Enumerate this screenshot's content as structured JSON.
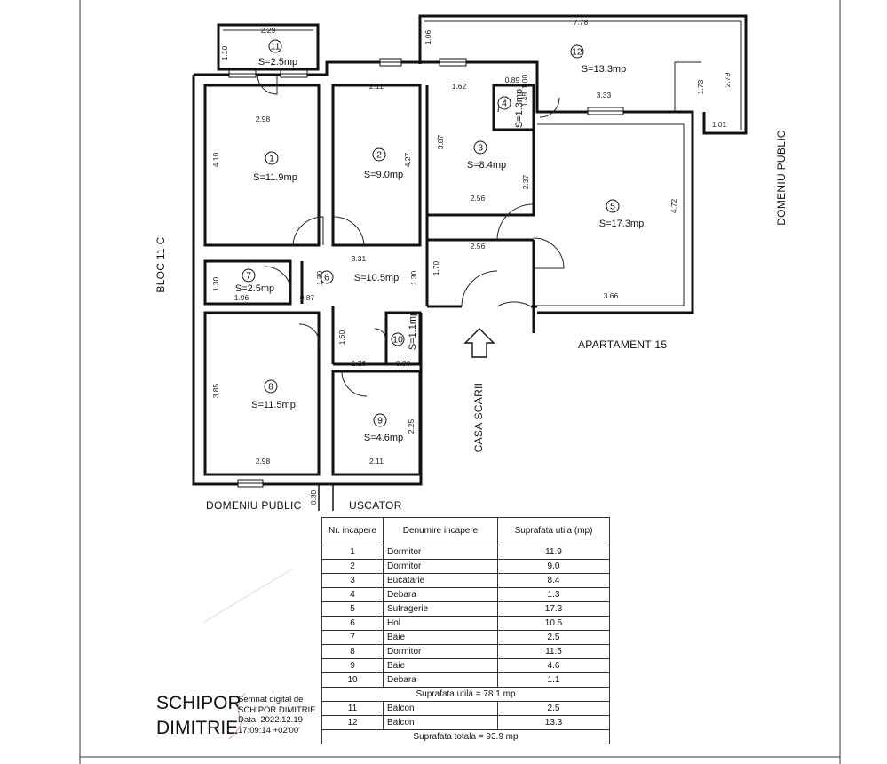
{
  "plan": {
    "rooms": [
      {
        "num": "1",
        "area": "S=11.9mp"
      },
      {
        "num": "2",
        "area": "S=9.0mp"
      },
      {
        "num": "3",
        "area": "S=8.4mp"
      },
      {
        "num": "4",
        "area": "S=1.3mp"
      },
      {
        "num": "5",
        "area": "S=17.3mp"
      },
      {
        "num": "6",
        "area": "S=10.5mp"
      },
      {
        "num": "7",
        "area": "S=2.5mp"
      },
      {
        "num": "8",
        "area": "S=11.5mp"
      },
      {
        "num": "9",
        "area": "S=4.6mp"
      },
      {
        "num": "10",
        "area": "S=1.1mp"
      },
      {
        "num": "11",
        "area": "S=2.5mp"
      },
      {
        "num": "12",
        "area": "S=13.3mp"
      }
    ],
    "dims": [
      "2.29",
      "1.10",
      "2.98",
      "4.10",
      "2.11",
      "4.27",
      "1.62",
      "0.89",
      "1.00",
      "1.45",
      "3.87",
      "2.37",
      "2.56",
      "7.78",
      "1.06",
      "3.33",
      "1.73",
      "2.79",
      "1.01",
      "4.72",
      "3.66",
      "3.31",
      "2.56",
      "1.70",
      "1.30",
      "1.30",
      "1.30",
      "1.96",
      "0.87",
      "1.60",
      "1.26",
      "0.80",
      "3.85",
      "2.98",
      "2.11",
      "2.25",
      "0.30"
    ],
    "labels": {
      "bloc": "BLOC 11 C",
      "domeniu_right": "DOMENIU PUBLIC",
      "domeniu_bottom": "DOMENIU PUBLIC",
      "apartament": "APARTAMENT 15",
      "casa_scarii": "CASA SCARII",
      "uscator": "USCATOR"
    }
  },
  "table": {
    "headers": [
      "Nr. incapere",
      "Denumire incapere",
      "Suprafata utila (mp)"
    ],
    "rows": [
      [
        "1",
        "Dormitor",
        "11.9"
      ],
      [
        "2",
        "Dormitor",
        "9.0"
      ],
      [
        "3",
        "Bucatarie",
        "8.4"
      ],
      [
        "4",
        "Debara",
        "1.3"
      ],
      [
        "5",
        "Sufragerie",
        "17.3"
      ],
      [
        "6",
        "Hol",
        "10.5"
      ],
      [
        "7",
        "Baie",
        "2.5"
      ],
      [
        "8",
        "Dormitor",
        "11.5"
      ],
      [
        "9",
        "Baie",
        "4.6"
      ],
      [
        "10",
        "Debara",
        "1.1"
      ]
    ],
    "subtotal": "Suprafata utila = 78.1 mp",
    "balcony_rows": [
      [
        "11",
        "Balcon",
        "2.5"
      ],
      [
        "12",
        "Balcon",
        "13.3"
      ]
    ],
    "total": "Suprafata totala = 93.9 mp"
  },
  "signature": {
    "name_line1": "SCHIPOR",
    "name_line2": "DIMITRIE",
    "detail": [
      "Semnat digital de",
      "SCHIPOR DIMITRIE",
      "Data: 2022.12.19",
      "17:09:14 +02'00'"
    ]
  }
}
